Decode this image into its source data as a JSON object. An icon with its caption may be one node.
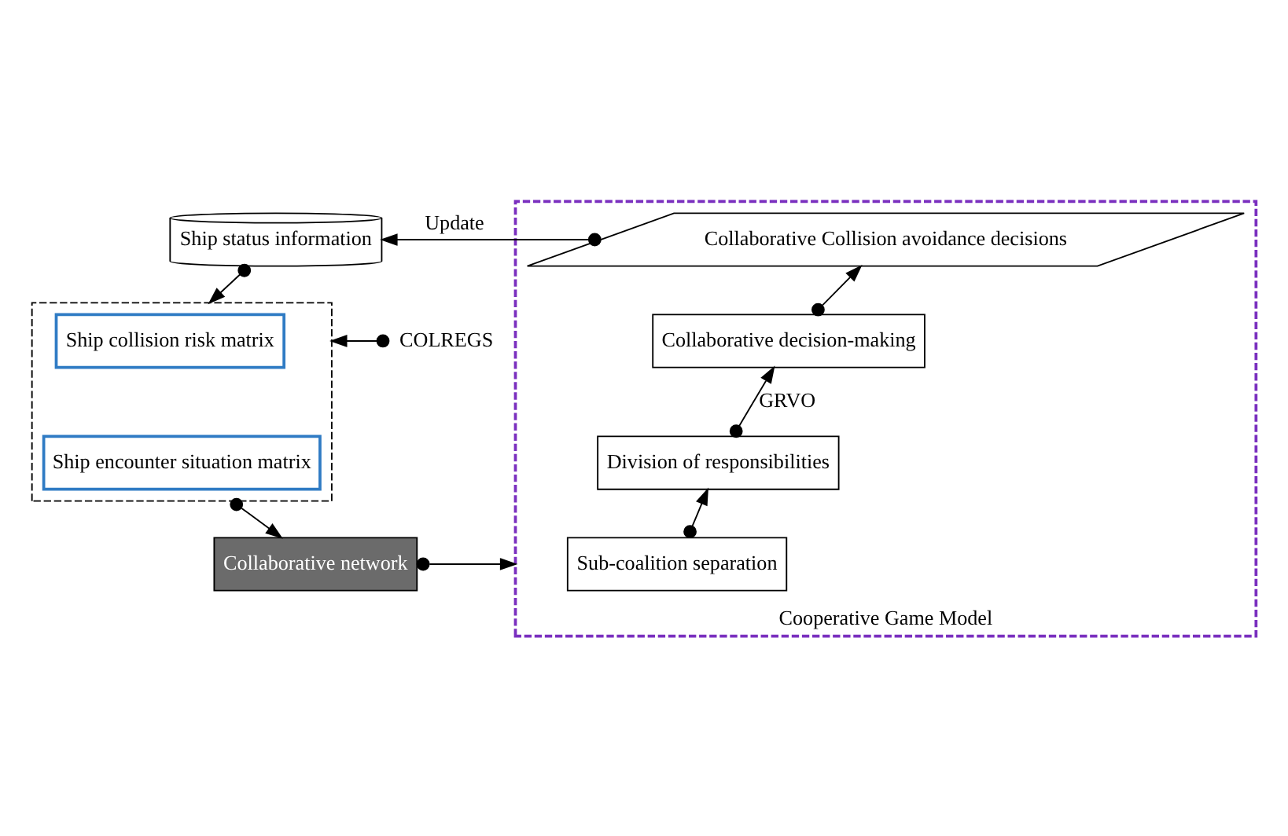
{
  "diagram": {
    "nodes": [
      {
        "text": [
          "Ship status information"
        ]
      },
      {
        "text": [],
        "shape": "box"
      },
      {
        "text": [
          "Ship collision risk matrix"
        ],
        "in": 1
      },
      {
        "text": [
          "Ship encounter situation matrix"
        ],
        "in": 1
      },
      {
        "text": [
          "COLREGS"
        ]
      },
      {
        "text": [
          "Collaborative network"
        ]
      },
      {
        "text": [
          "Cooperative Game Model"
        ]
      },
      {
        "text": [
          "Collaborative Collision avoidance decisions"
        ],
        "in": 6
      },
      {
        "text": [
          "Collaborative decision-making"
        ],
        "in": 6
      },
      {
        "text": [
          "Division of responsibilities"
        ],
        "in": 6
      },
      {
        "text": [
          "Sub-coalition separation"
        ],
        "in": 6
      }
    ],
    "edges": [
      {
        "from": 7,
        "to": 0,
        "arrow": "to",
        "label": "Update"
      },
      {
        "from": 0,
        "to": 1,
        "arrow": "to"
      },
      {
        "from": 4,
        "to": 1,
        "arrow": "to"
      },
      {
        "from": 1,
        "to": 5,
        "arrow": "to"
      },
      {
        "from": 5,
        "to": 6,
        "arrow": "to"
      },
      {
        "from": 10,
        "to": 9,
        "arrow": "to"
      },
      {
        "from": 9,
        "to": 8,
        "arrow": "to",
        "label": "GRVO"
      },
      {
        "from": 8,
        "to": 7,
        "arrow": "to"
      }
    ]
  }
}
